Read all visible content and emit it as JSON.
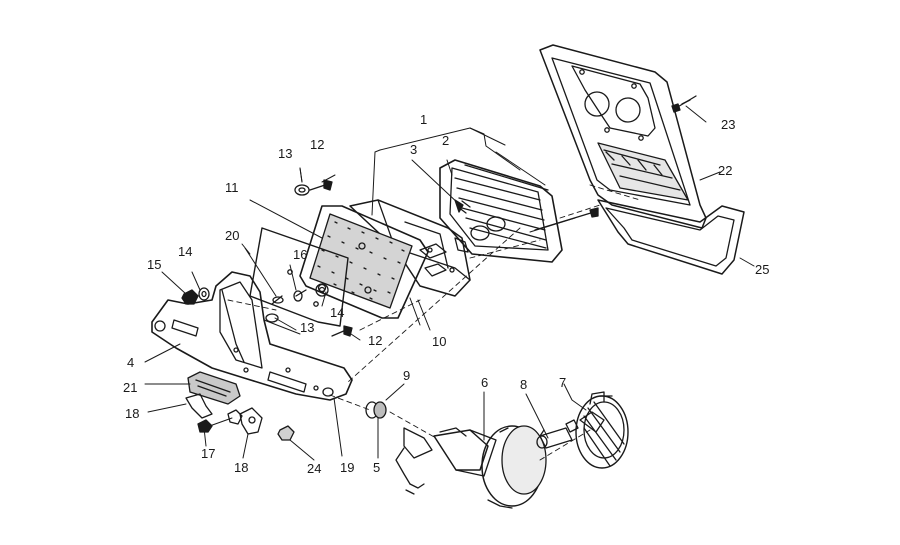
{
  "diagram": {
    "type": "exploded-parts-view",
    "ink_color": "#1a1a1a",
    "background_color": "#ffffff",
    "callouts": [
      {
        "id": "p1",
        "label": "1"
      },
      {
        "id": "p2",
        "label": "2"
      },
      {
        "id": "p3",
        "label": "3"
      },
      {
        "id": "p4",
        "label": "4"
      },
      {
        "id": "p5",
        "label": "5"
      },
      {
        "id": "p6",
        "label": "6"
      },
      {
        "id": "p7",
        "label": "7"
      },
      {
        "id": "p8",
        "label": "8"
      },
      {
        "id": "p9",
        "label": "9"
      },
      {
        "id": "p10",
        "label": "10"
      },
      {
        "id": "p11",
        "label": "11"
      },
      {
        "id": "p12a",
        "label": "12"
      },
      {
        "id": "p12b",
        "label": "12"
      },
      {
        "id": "p13a",
        "label": "13"
      },
      {
        "id": "p13b",
        "label": "13"
      },
      {
        "id": "p14a",
        "label": "14"
      },
      {
        "id": "p14b",
        "label": "14"
      },
      {
        "id": "p15",
        "label": "15"
      },
      {
        "id": "p16",
        "label": "16"
      },
      {
        "id": "p17",
        "label": "17"
      },
      {
        "id": "p18a",
        "label": "18"
      },
      {
        "id": "p18b",
        "label": "18"
      },
      {
        "id": "p19",
        "label": "19"
      },
      {
        "id": "p20",
        "label": "20"
      },
      {
        "id": "p21",
        "label": "21"
      },
      {
        "id": "p22",
        "label": "22"
      },
      {
        "id": "p23",
        "label": "23"
      },
      {
        "id": "p24",
        "label": "24"
      },
      {
        "id": "p25",
        "label": "25"
      }
    ]
  }
}
